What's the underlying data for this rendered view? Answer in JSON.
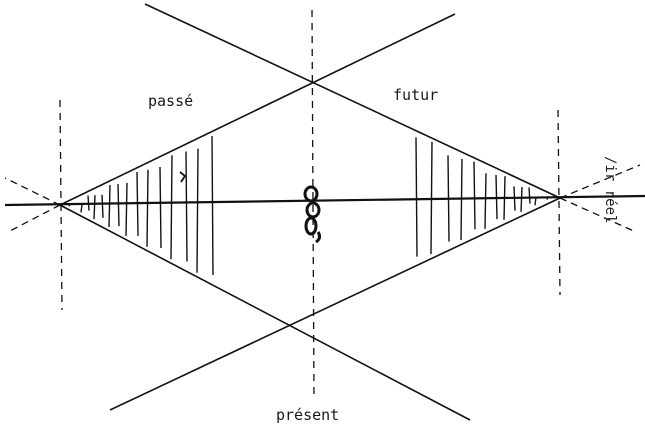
{
  "labels": {
    "past": "passé",
    "future": "futur",
    "present": "présent",
    "real": "/ir réel"
  },
  "colors": {
    "ink": "#111111",
    "paper": "#ffffff"
  }
}
